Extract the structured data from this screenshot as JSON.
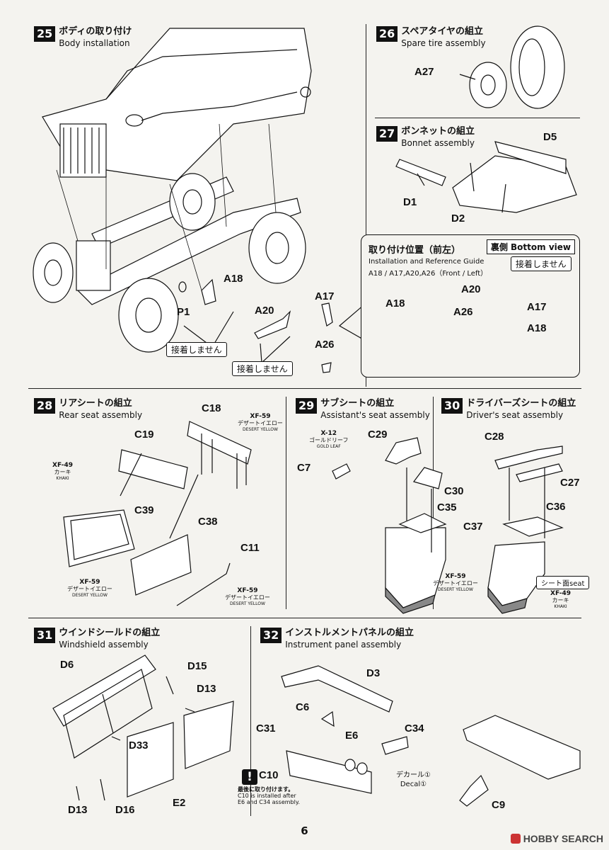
{
  "page_number": "6",
  "watermark": "HOBBY SEARCH",
  "steps": {
    "s25": {
      "num": "25",
      "ja": "ボディの取り付け",
      "en": "Body installation"
    },
    "s26": {
      "num": "26",
      "ja": "スペアタイヤの組立",
      "en": "Spare tire assembly"
    },
    "s27": {
      "num": "27",
      "ja": "ボンネットの組立",
      "en": "Bonnet assembly"
    },
    "s28": {
      "num": "28",
      "ja": "リアシートの組立",
      "en": "Rear seat assembly"
    },
    "s29": {
      "num": "29",
      "ja": "サブシートの組立",
      "en": "Assistant's seat assembly"
    },
    "s30": {
      "num": "30",
      "ja": "ドライバーズシートの組立",
      "en": "Driver's seat assembly"
    },
    "s31": {
      "num": "31",
      "ja": "ウインドシールドの組立",
      "en": "Windshield assembly"
    },
    "s32": {
      "num": "32",
      "ja": "インストルメントパネルの組立",
      "en": "Instrument panel assembly"
    }
  },
  "guide": {
    "ja": "取り付け位置（前左）",
    "en1": "Installation and Reference Guide",
    "en2": "A18 / A17,A20,A26（Front / Left）",
    "bottom_view": "裏側 Bottom view",
    "no_glue": "接着しません"
  },
  "no_glue_text": "接着しません",
  "parts": {
    "A18": "A18",
    "P1": "P1",
    "A20": "A20",
    "A17": "A17",
    "A26": "A26",
    "A27": "A27",
    "D5": "D5",
    "D1": "D1",
    "D2": "D2",
    "C18": "C18",
    "C19": "C19",
    "C39": "C39",
    "C38": "C38",
    "C11": "C11",
    "C29": "C29",
    "C7": "C7",
    "C30": "C30",
    "C35": "C35",
    "C37": "C37",
    "C28": "C28",
    "C27": "C27",
    "C36": "C36",
    "D6": "D6",
    "D15": "D15",
    "D13": "D13",
    "D33": "D33",
    "E2": "E2",
    "D16": "D16",
    "D3": "D3",
    "C6": "C6",
    "C31": "C31",
    "C34": "C34",
    "E6": "E6",
    "C10": "C10",
    "C9": "C9"
  },
  "paints": {
    "xf59": {
      "code": "XF-59",
      "ja": "デザートイエロー",
      "en": "DESERT YELLOW"
    },
    "xf49": {
      "code": "XF-49",
      "ja": "カーキ",
      "en": "KHAKI"
    },
    "x12": {
      "code": "X-12",
      "ja": "ゴールドリーフ",
      "en": "GOLD LEAF"
    }
  },
  "seat_surface": "シート面seat",
  "decal": {
    "ja": "デカール①",
    "en": "Decal①"
  },
  "caution_note": {
    "ja": "最後に取り付けます。",
    "en1": "C10 is installed after",
    "en2": "E6 and C34 assembly."
  }
}
